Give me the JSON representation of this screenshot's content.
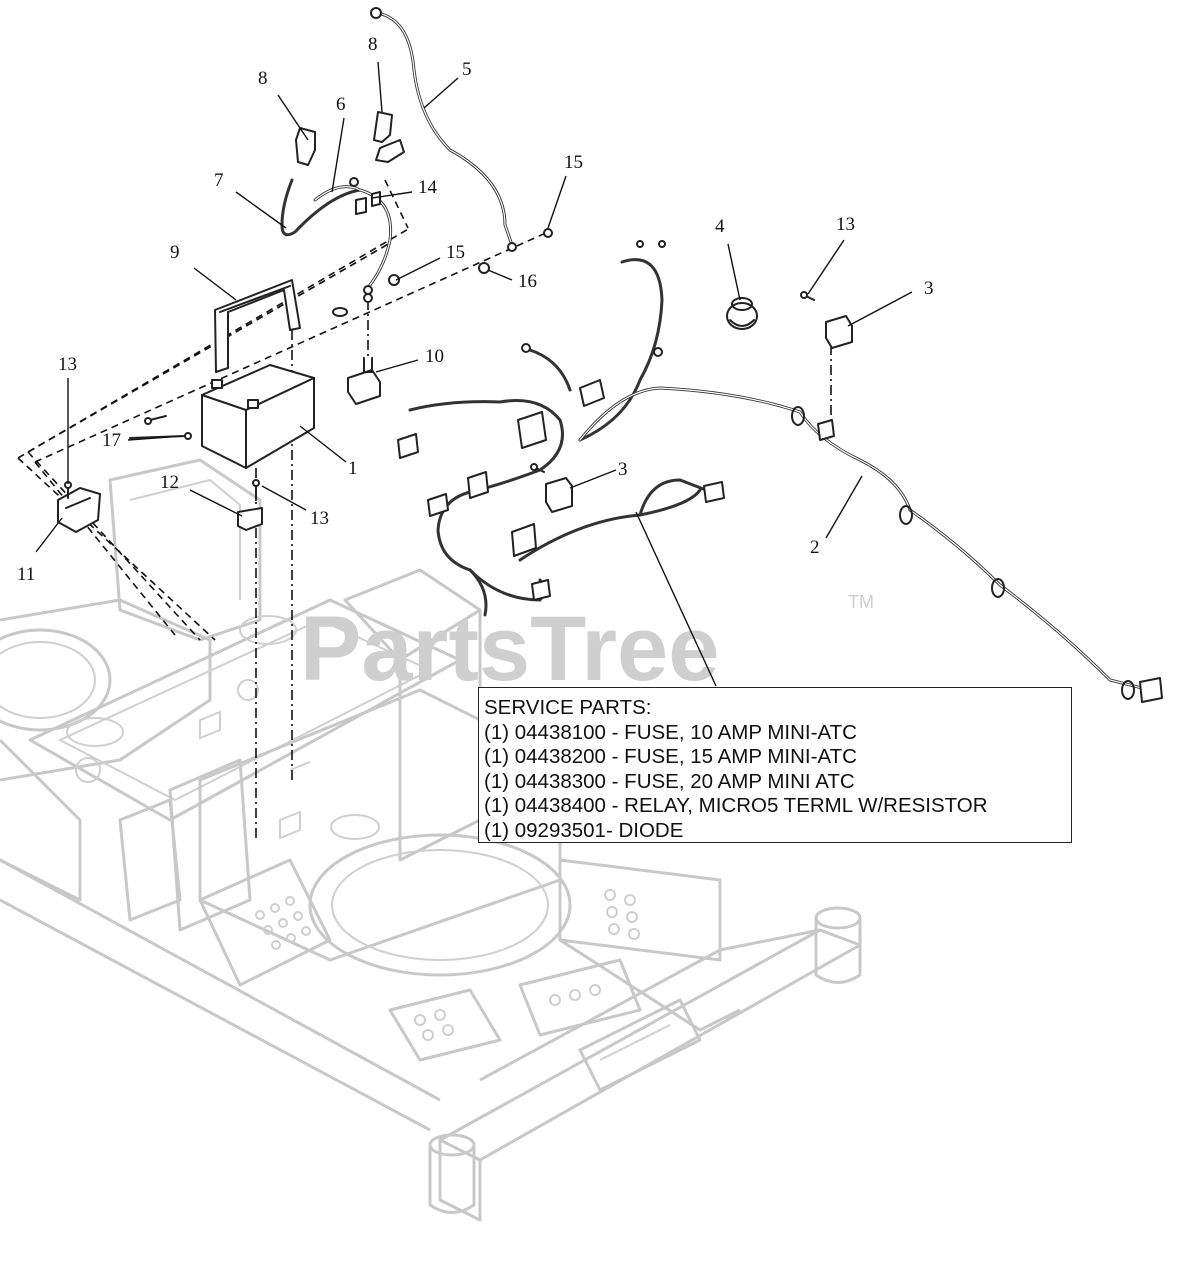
{
  "watermark": {
    "text": "PartsTree",
    "trademark": "TM"
  },
  "callouts": {
    "c1": "1",
    "c2": "2",
    "c3a": "3",
    "c3b": "3",
    "c4": "4",
    "c5": "5",
    "c6": "6",
    "c7": "7",
    "c8a": "8",
    "c8b": "8",
    "c9": "9",
    "c10": "10",
    "c11": "11",
    "c12": "12",
    "c13a": "13",
    "c13b": "13",
    "c13c": "13",
    "c14": "14",
    "c15a": "15",
    "c15b": "15",
    "c16": "16",
    "c17": "17"
  },
  "service_parts": {
    "heading": "SERVICE PARTS:",
    "lines": [
      "(1) 04438100 - FUSE, 10 AMP MINI-ATC",
      "(1) 04438200 - FUSE, 15 AMP MINI-ATC",
      "(1) 04438300 - FUSE, 20 AMP MINI ATC",
      "(1) 04438400 - RELAY, MICRO5 TERML W/RESISTOR",
      "(1) 09293501- DIODE"
    ]
  }
}
